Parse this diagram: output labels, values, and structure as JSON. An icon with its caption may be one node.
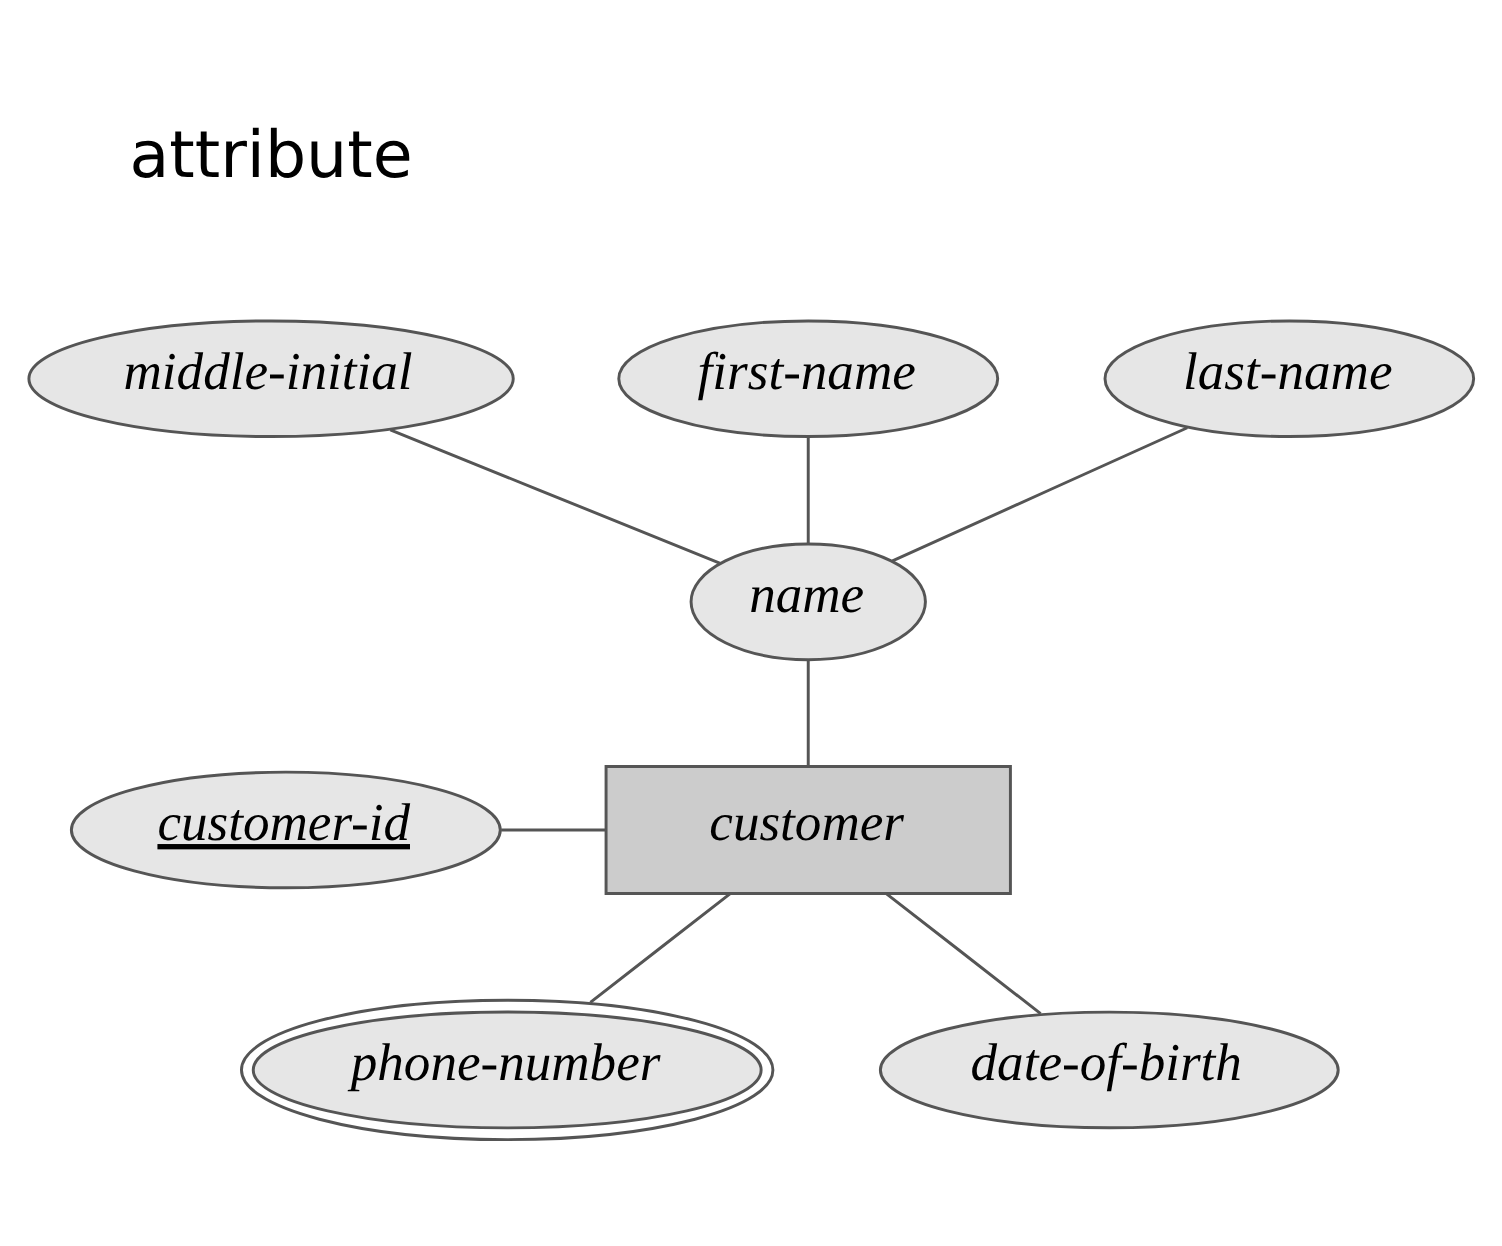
{
  "diagram": {
    "nodes": [
      {
        "text": [
          "middle-initial"
        ]
      },
      {
        "text": [
          "first-name"
        ]
      },
      {
        "text": [
          "last-name"
        ]
      },
      {
        "text": [
          "name"
        ]
      },
      {
        "text": [
          "customer-id"
        ]
      },
      {
        "text": [
          "customer"
        ]
      },
      {
        "text": [
          "phone-number"
        ]
      },
      {
        "text": [
          "date-of-birth"
        ]
      }
    ],
    "edges": [
      {
        "from": 1,
        "to": 3,
        "arrow": "none"
      },
      {
        "from": 0,
        "to": 3,
        "arrow": "none"
      },
      {
        "from": 2,
        "to": 3,
        "arrow": "none"
      },
      {
        "from": 3,
        "to": 5,
        "arrow": "none"
      },
      {
        "from": 4,
        "to": 5,
        "arrow": "none"
      },
      {
        "from": 5,
        "to": 6,
        "arrow": "none"
      },
      {
        "from": 5,
        "to": 7,
        "arrow": "none"
      }
    ],
    "labels": [
      "attribute"
    ]
  }
}
